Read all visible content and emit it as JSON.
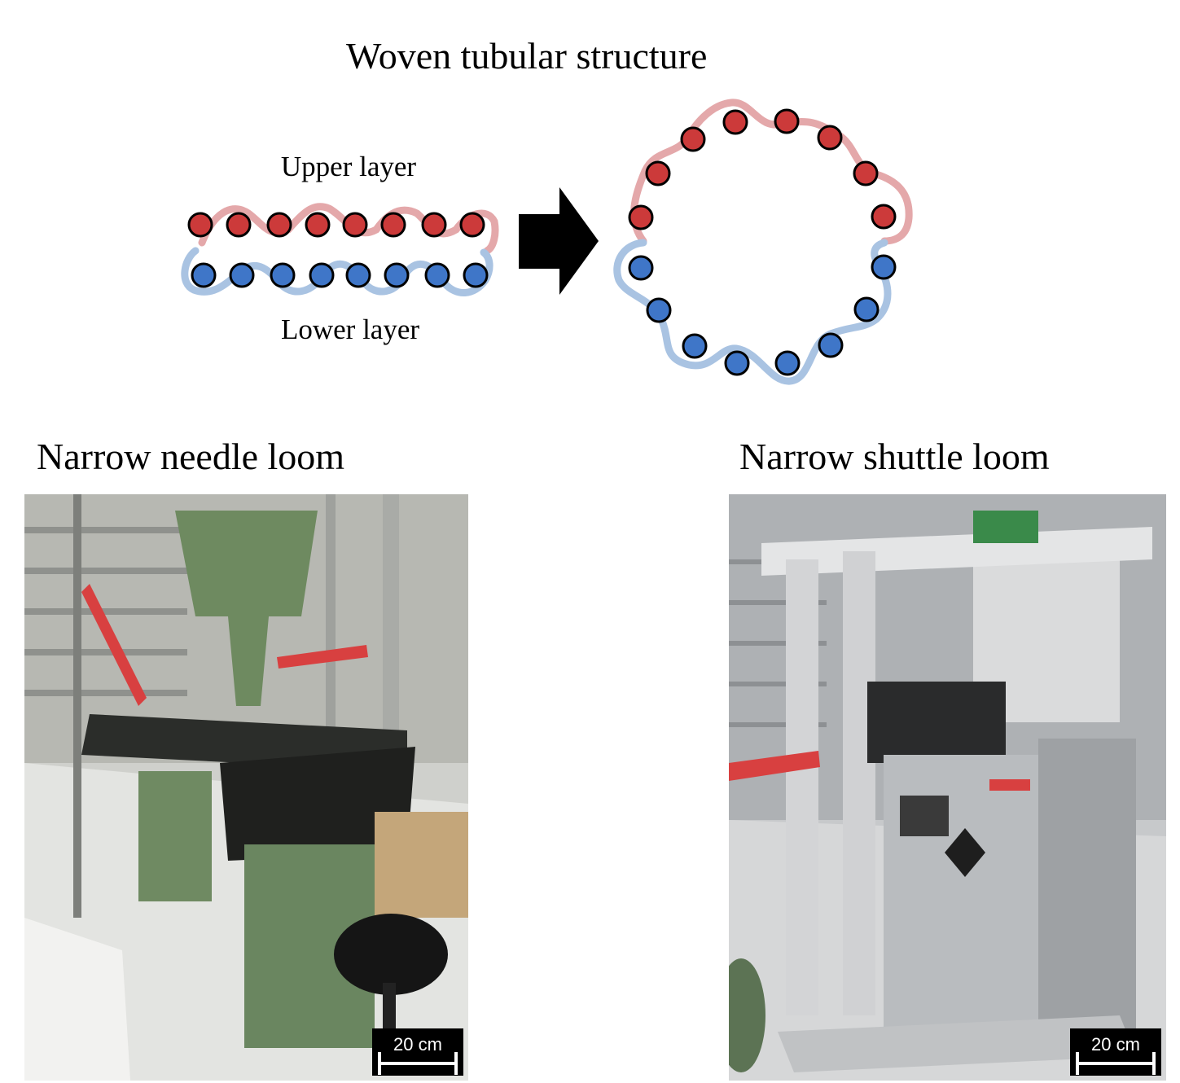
{
  "title": "Woven tubular structure",
  "diagram": {
    "upper_label": "Upper layer",
    "lower_label": "Lower layer",
    "colors": {
      "upper_yarn": "#e4a8aa",
      "upper_dot": "#cc3a3a",
      "lower_yarn": "#a9c3e2",
      "lower_dot": "#3f76c8",
      "arrow": "#000000"
    }
  },
  "photos": [
    {
      "title": "Narrow needle loom",
      "scale_label": "20 cm"
    },
    {
      "title": "Narrow shuttle loom",
      "scale_label": "20 cm"
    }
  ]
}
